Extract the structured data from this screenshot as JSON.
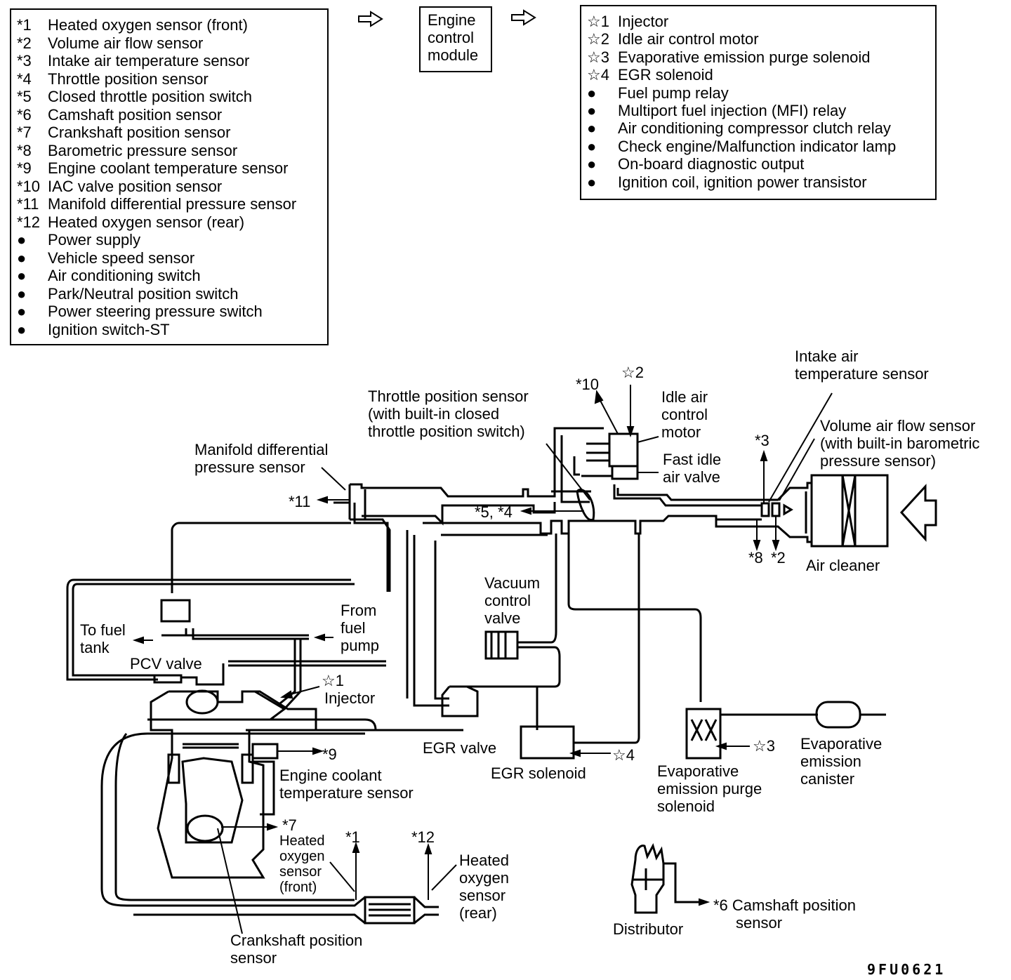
{
  "input_list": {
    "items": [
      {
        "mark": "*1",
        "label": "Heated oxygen sensor (front)"
      },
      {
        "mark": "*2",
        "label": "Volume air flow sensor"
      },
      {
        "mark": "*3",
        "label": "Intake air temperature sensor"
      },
      {
        "mark": "*4",
        "label": "Throttle position sensor"
      },
      {
        "mark": "*5",
        "label": "Closed throttle position switch"
      },
      {
        "mark": "*6",
        "label": "Camshaft position sensor"
      },
      {
        "mark": "*7",
        "label": "Crankshaft position sensor"
      },
      {
        "mark": "*8",
        "label": "Barometric pressure sensor"
      },
      {
        "mark": "*9",
        "label": "Engine coolant temperature sensor"
      },
      {
        "mark": "*10",
        "label": "IAC valve position sensor"
      },
      {
        "mark": "*11",
        "label": "Manifold differential pressure sensor"
      },
      {
        "mark": "*12",
        "label": "Heated oxygen sensor (rear)"
      },
      {
        "mark": "●",
        "label": "Power supply"
      },
      {
        "mark": "●",
        "label": "Vehicle speed sensor"
      },
      {
        "mark": "●",
        "label": "Air conditioning switch"
      },
      {
        "mark": "●",
        "label": "Park/Neutral position switch"
      },
      {
        "mark": "●",
        "label": "Power steering pressure switch"
      },
      {
        "mark": "●",
        "label": "Ignition switch-ST"
      }
    ]
  },
  "ecm": {
    "line1": "Engine",
    "line2": "control",
    "line3": "module"
  },
  "output_list": {
    "items": [
      {
        "mark": "☆1",
        "label": "Injector"
      },
      {
        "mark": "☆2",
        "label": "Idle air control motor"
      },
      {
        "mark": "☆3",
        "label": "Evaporative emission purge solenoid"
      },
      {
        "mark": "☆4",
        "label": "EGR solenoid"
      },
      {
        "mark": "●",
        "label": "Fuel pump relay"
      },
      {
        "mark": "●",
        "label": "Multiport fuel injection (MFI) relay"
      },
      {
        "mark": "●",
        "label": "Air conditioning compressor clutch relay"
      },
      {
        "mark": "●",
        "label": "Check engine/Malfunction indicator lamp"
      },
      {
        "mark": "●",
        "label": "On-board diagnostic output"
      },
      {
        "mark": "●",
        "label": "Ignition coil, ignition power transistor"
      }
    ]
  },
  "labels": {
    "tps": [
      "Throttle position sensor",
      "(with built-in closed",
      "throttle position switch)"
    ],
    "star10": "*10",
    "star2_out": "☆2",
    "iac_motor": [
      "Idle air",
      "control",
      "motor"
    ],
    "fast_idle": [
      "Fast idle",
      "air valve"
    ],
    "intake_air_temp": [
      "Intake air",
      "temperature sensor"
    ],
    "vaf": [
      "Volume air flow sensor",
      "(with built-in barometric",
      "pressure sensor)"
    ],
    "star3": "*3",
    "star8": "*8",
    "star2": "*2",
    "air_cleaner": "Air cleaner",
    "mdp": [
      "Manifold differential",
      "pressure sensor"
    ],
    "star11": "*11",
    "star5_4": "*5, *4",
    "vacuum_cv": [
      "Vacuum",
      "control",
      "valve"
    ],
    "to_fuel_tank": [
      "To fuel",
      "tank"
    ],
    "from_fuel_pump": [
      "From",
      "fuel",
      "pump"
    ],
    "pcv_valve": "PCV valve",
    "injector_mark": "☆1",
    "injector": "Injector",
    "egr_valve": "EGR valve",
    "egr_solenoid": "EGR solenoid",
    "star4_out": "☆4",
    "star9": "*9",
    "ect": [
      "Engine coolant",
      "temperature sensor"
    ],
    "star7": "*7",
    "ho2s_front": [
      "Heated",
      "oxygen",
      "sensor",
      "(front)"
    ],
    "star1": "*1",
    "star12": "*12",
    "ho2s_rear": [
      "Heated",
      "oxygen",
      "sensor",
      "(rear)"
    ],
    "ckp": [
      "Crankshaft position",
      "sensor"
    ],
    "evap_purge": [
      "Evaporative",
      "emission purge",
      "solenoid"
    ],
    "star3_out": "☆3",
    "evap_canister": [
      "Evaporative",
      "emission",
      "canister"
    ],
    "distributor": "Distributor",
    "cmp": [
      "*6 Camshaft position",
      "sensor"
    ]
  },
  "figure_code": "9FU0621"
}
